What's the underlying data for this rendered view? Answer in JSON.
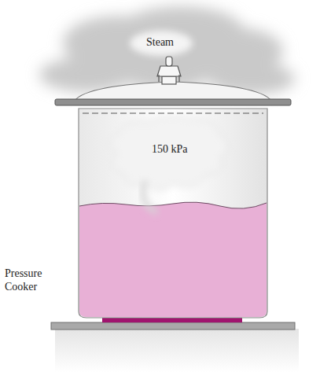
{
  "diagram": {
    "labels": [
      "Steam",
      "150 kPa",
      "Pressure Cooker"
    ]
  }
}
